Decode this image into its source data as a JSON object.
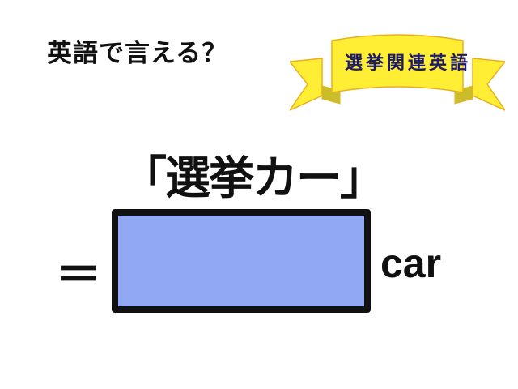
{
  "header": {
    "question": "英語で言える？"
  },
  "ribbon": {
    "label": "選挙関連英語",
    "fill_color": "#ffee33",
    "text_color": "#1c1a6e"
  },
  "quiz": {
    "term": "「選挙カー」",
    "equals": "＝",
    "answer_box_color": "#91a8f5",
    "suffix": "car"
  }
}
